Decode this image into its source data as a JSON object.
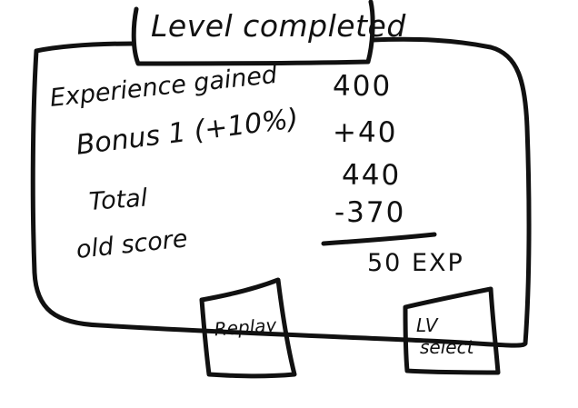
{
  "title": "Level completed",
  "summary": {
    "rows": [
      {
        "label": "Experience gained",
        "value": "400"
      },
      {
        "label": "Bonus 1 (+10%)",
        "value": "+40"
      },
      {
        "label": "Total",
        "value": "440"
      },
      {
        "label": "old score",
        "value": "-370"
      }
    ],
    "result": "50 EXP"
  },
  "buttons": {
    "replay": "Replay",
    "level_select_line1": "LV",
    "level_select_line2": "select"
  }
}
